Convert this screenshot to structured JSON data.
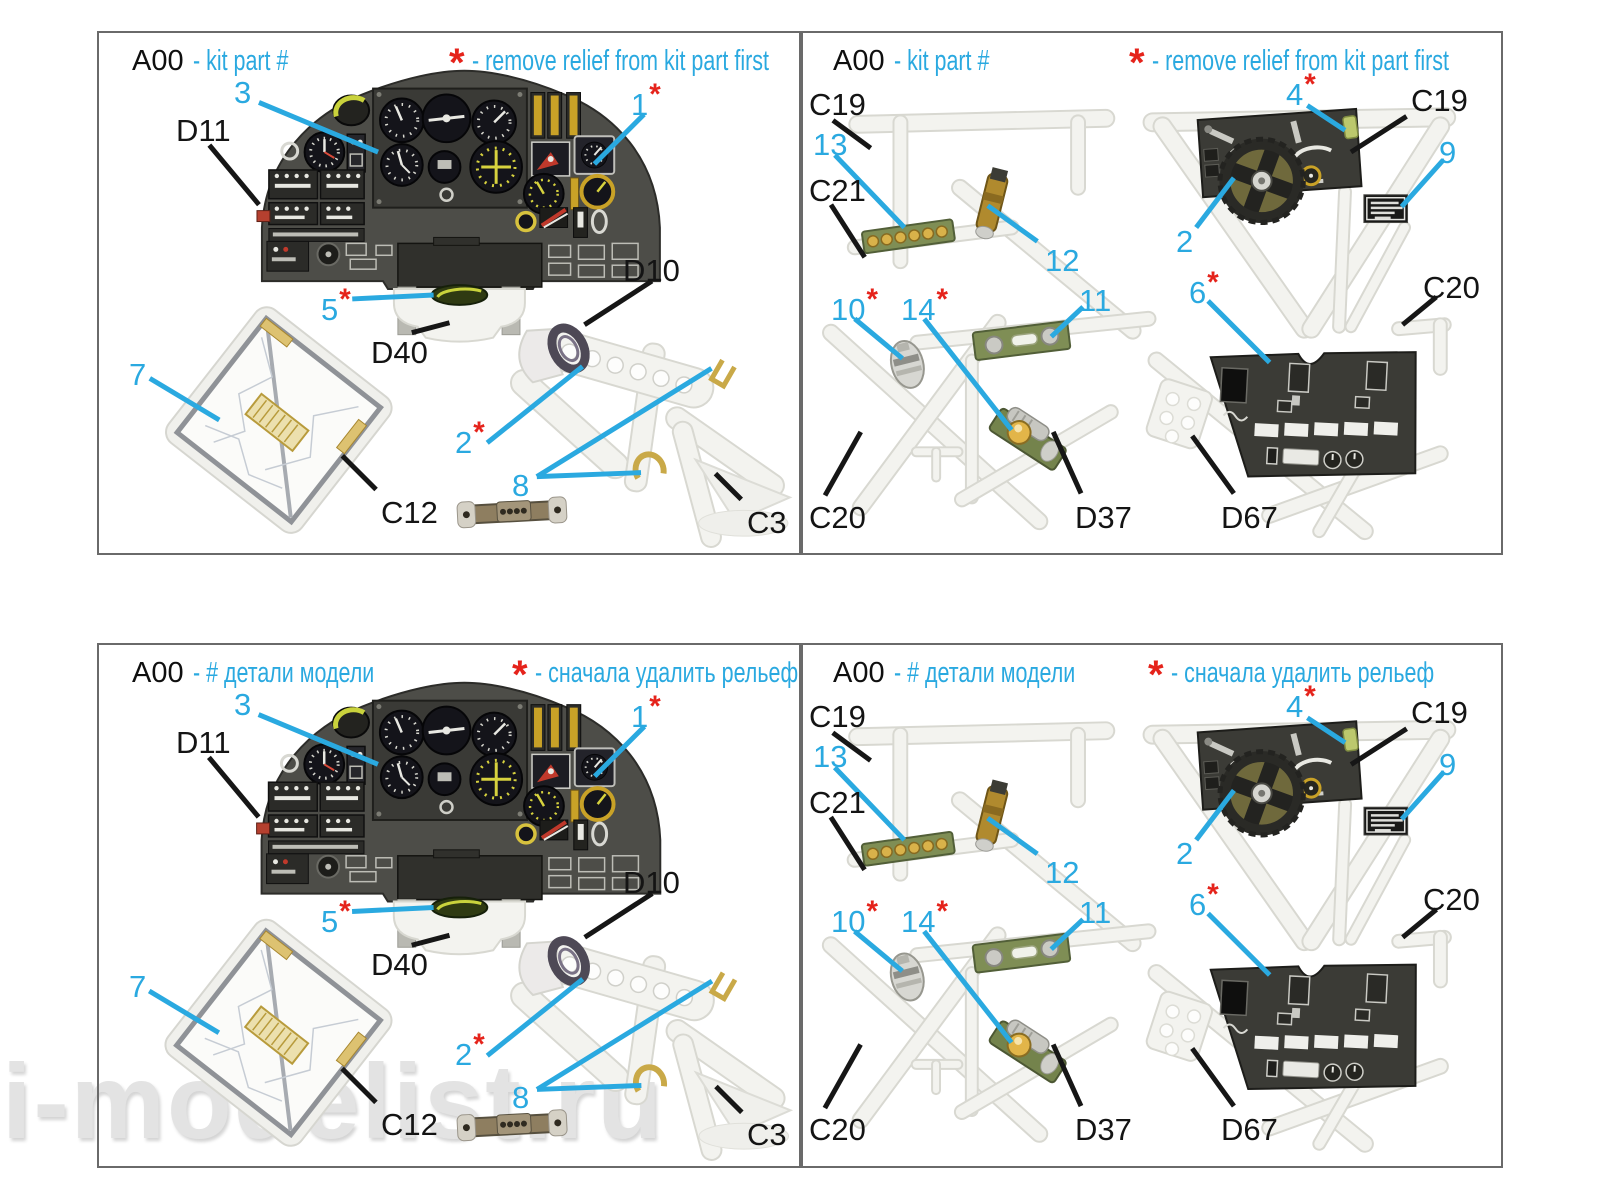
{
  "document": {
    "type": "model-kit-3d-decal-instruction-sheet"
  },
  "colors": {
    "accent_cyan": "#2aa9e0",
    "asterisk_red": "#e5231b",
    "label_black": "#141414",
    "panel_border": "#6a6a6a",
    "watermark_gray": "#e3e3e3",
    "sprue_white": "#f3f3ef",
    "panel_dark": "#4d4d48",
    "part_green": "#7f8e55",
    "part_gold": "#c9a227"
  },
  "watermark": {
    "text": "i-modelist.ru"
  },
  "glyphs": {
    "asterisk": "*"
  },
  "legends": {
    "en": {
      "code": "A00",
      "code_desc": "- kit part #",
      "star_desc": "- remove relief from kit part first"
    },
    "ru": {
      "code": "A00",
      "code_desc": "- # детали модели",
      "star_desc": "- сначала удалить рельеф"
    }
  },
  "callouts": {
    "left": {
      "n3": "3",
      "d11": "D11",
      "n1": "1",
      "n5": "5",
      "d40": "D40",
      "n7": "7",
      "c12": "C12",
      "d10": "D10",
      "n2": "2",
      "n8": "8",
      "c3": "C3"
    },
    "right": {
      "c19_top_left": "C19",
      "n13": "13",
      "c21": "C21",
      "n12": "12",
      "n4": "4",
      "c19_top_right": "C19",
      "n9": "9",
      "n2": "2",
      "n10": "10",
      "n14": "14",
      "n11": "11",
      "n6": "6",
      "c20_top_right": "C20",
      "c20_bottom_left": "C20",
      "d37": "D37",
      "d67": "D67"
    }
  },
  "panels": [
    {
      "id": "top-left",
      "language": "en",
      "quadrant": "instrument-panel-parts"
    },
    {
      "id": "top-right",
      "language": "en",
      "quadrant": "sprue-detail-parts"
    },
    {
      "id": "bottom-left",
      "language": "ru",
      "quadrant": "instrument-panel-parts"
    },
    {
      "id": "bottom-right",
      "language": "ru",
      "quadrant": "sprue-detail-parts"
    }
  ]
}
